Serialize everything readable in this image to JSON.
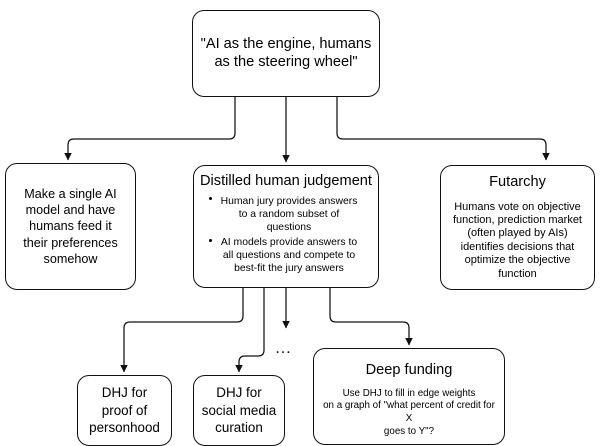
{
  "diagram": {
    "title_quote": "\"AI as the engine, humans as the steering wheel\"",
    "ellipsis": "…",
    "nodes": {
      "root": {
        "label": "\"AI as the engine, humans\nas the steering wheel\""
      },
      "single_model": {
        "label": "Make a single AI\nmodel and have\nhumans feed it\ntheir preferences\nsomehow"
      },
      "distilled_human_judgement": {
        "title": "Distilled human judgement",
        "bullets": [
          "Human jury provides answers to a random subset of questions",
          "AI models provide answers to all questions and compete to best-fit the jury answers"
        ]
      },
      "futarchy": {
        "title": "Futarchy",
        "body": "Humans vote on objective\nfunction, prediction market\n(often played by AIs)\nidentifies decisions that\noptimize the objective\nfunction"
      },
      "dhj_proof_of_personhood": {
        "label": "DHJ for\nproof of\npersonhood"
      },
      "dhj_social_media": {
        "label": "DHJ for\nsocial media\ncuration"
      },
      "deep_funding": {
        "title": "Deep funding",
        "body": "Use DHJ to fill in edge weights\non a graph of \"what percent of credit for X\ngoes to Y\"?"
      }
    },
    "colors": {
      "stroke": "#111111",
      "background": "#ffffff",
      "text": "#000000"
    }
  }
}
